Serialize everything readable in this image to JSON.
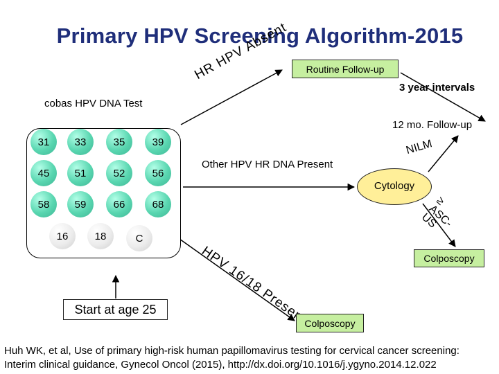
{
  "title": "Primary HPV Screening Algorithm-2015",
  "test_label": "cobas HPV DNA Test",
  "genotypes": {
    "row1": [
      "31",
      "33",
      "35",
      "39"
    ],
    "row2": [
      "45",
      "51",
      "52",
      "56"
    ],
    "row3": [
      "58",
      "59",
      "66",
      "68"
    ],
    "row4": [
      "16",
      "18",
      "C"
    ]
  },
  "start_label": "Start at age 25",
  "branch_absent": "HR HPV Absent",
  "branch_other": "Other HPV HR DNA Present",
  "branch_16_18": "HPV 16/18 Present",
  "routine_followup": "Routine Follow-up",
  "three_year": "3 year intervals",
  "twelve_month": "12 mo. Follow-up",
  "cytology": "Cytology",
  "nilm": "NILM",
  "ascus": "≥ ASC-US",
  "colposcopy_right": "Colposcopy",
  "colposcopy_bottom": "Colposcopy",
  "citation": {
    "line1": "Huh WK, et al, Use of primary high-risk human papillomavirus testing for cervical cancer screening:",
    "line2": "Interim clinical guidance, Gynecol Oncol (2015), http://dx.doi.org/10.1016/j.ygyno.2014.12.022"
  }
}
